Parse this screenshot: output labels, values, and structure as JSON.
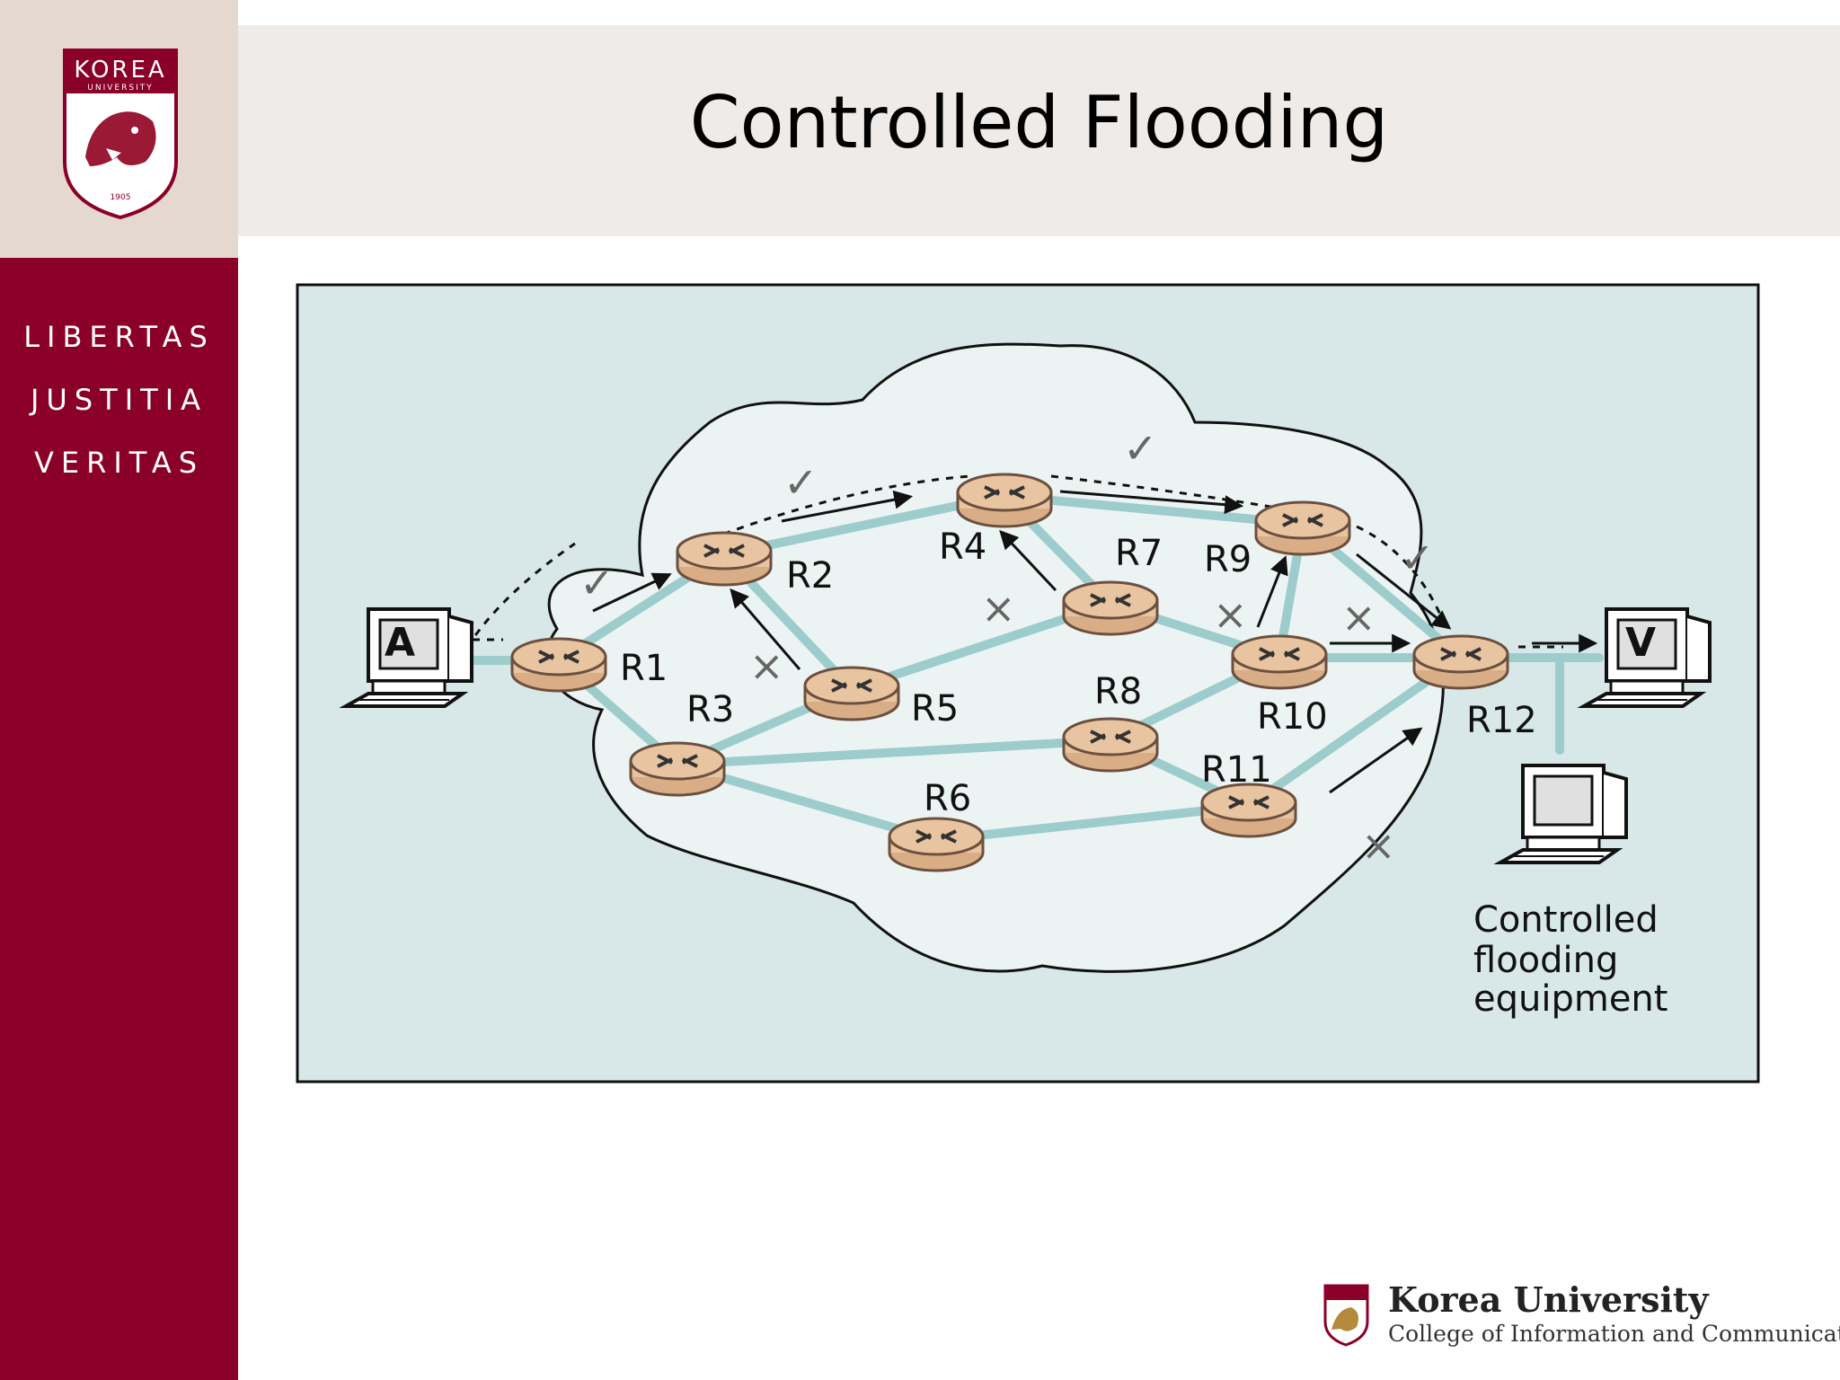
{
  "slide": {
    "title": "Controlled Flooding",
    "colors": {
      "sidebar_top": "#e5d9cf",
      "sidebar_bottom": "#8b0028",
      "title_band": "#eeebe9",
      "diagram_bg": "#d8e8e8",
      "link": "#9ccccb",
      "router": "#e8c4a0"
    }
  },
  "logo": {
    "name_top": "KOREA",
    "name_sub": "UNIVERSITY",
    "year": "1905",
    "icon": "tiger-crest-icon"
  },
  "motto": [
    "LIBERTAS",
    "JUSTITIA",
    "VERITAS"
  ],
  "diagram": {
    "hosts": {
      "source": "A",
      "destination": "V"
    },
    "routers": [
      "R1",
      "R2",
      "R3",
      "R4",
      "R5",
      "R6",
      "R7",
      "R8",
      "R9",
      "R10",
      "R11",
      "R12"
    ],
    "equipment_label": [
      "Controlled",
      "flooding",
      "equipment"
    ],
    "marks": {
      "accept": "✓",
      "reject": "×"
    }
  },
  "footer": {
    "name": "Korea University",
    "college": "College of Information and Communications"
  }
}
